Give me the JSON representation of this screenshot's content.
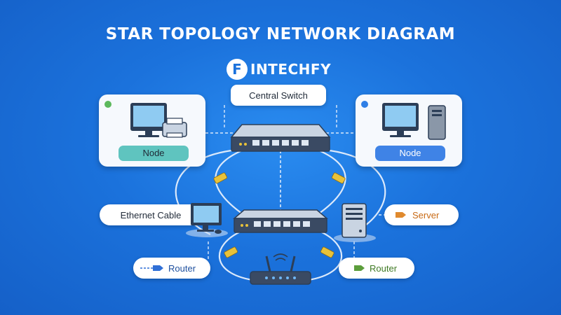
{
  "title": "STAR TOPOLOGY NETWORK DIAGRAM",
  "brand": {
    "logo_letter": "F",
    "wordmark": "INTECHFY"
  },
  "labels": {
    "central_switch": "Central Switch",
    "node_left": "Node",
    "node_right": "Node",
    "ethernet_cable": "Ethernet Cable",
    "server": "Server",
    "router_left": "Router",
    "router_right": "Router"
  },
  "colors": {
    "background": "#1b72dc",
    "node_left_button": "#5fc4bf",
    "node_right_button": "#3f83e6",
    "left_dot": "#5cb85c",
    "right_dot": "#2f7fe6",
    "server_tag": "#e08a2e",
    "router_left_tag": "#2f6fd6",
    "router_right_tag": "#5c9e3c",
    "cable_connector": "#e8c23a"
  },
  "icons": [
    "desktop-computer-icon",
    "printer-icon",
    "tower-pc-icon",
    "network-switch-icon",
    "server-icon",
    "wifi-router-icon",
    "ethernet-connector-icon"
  ]
}
